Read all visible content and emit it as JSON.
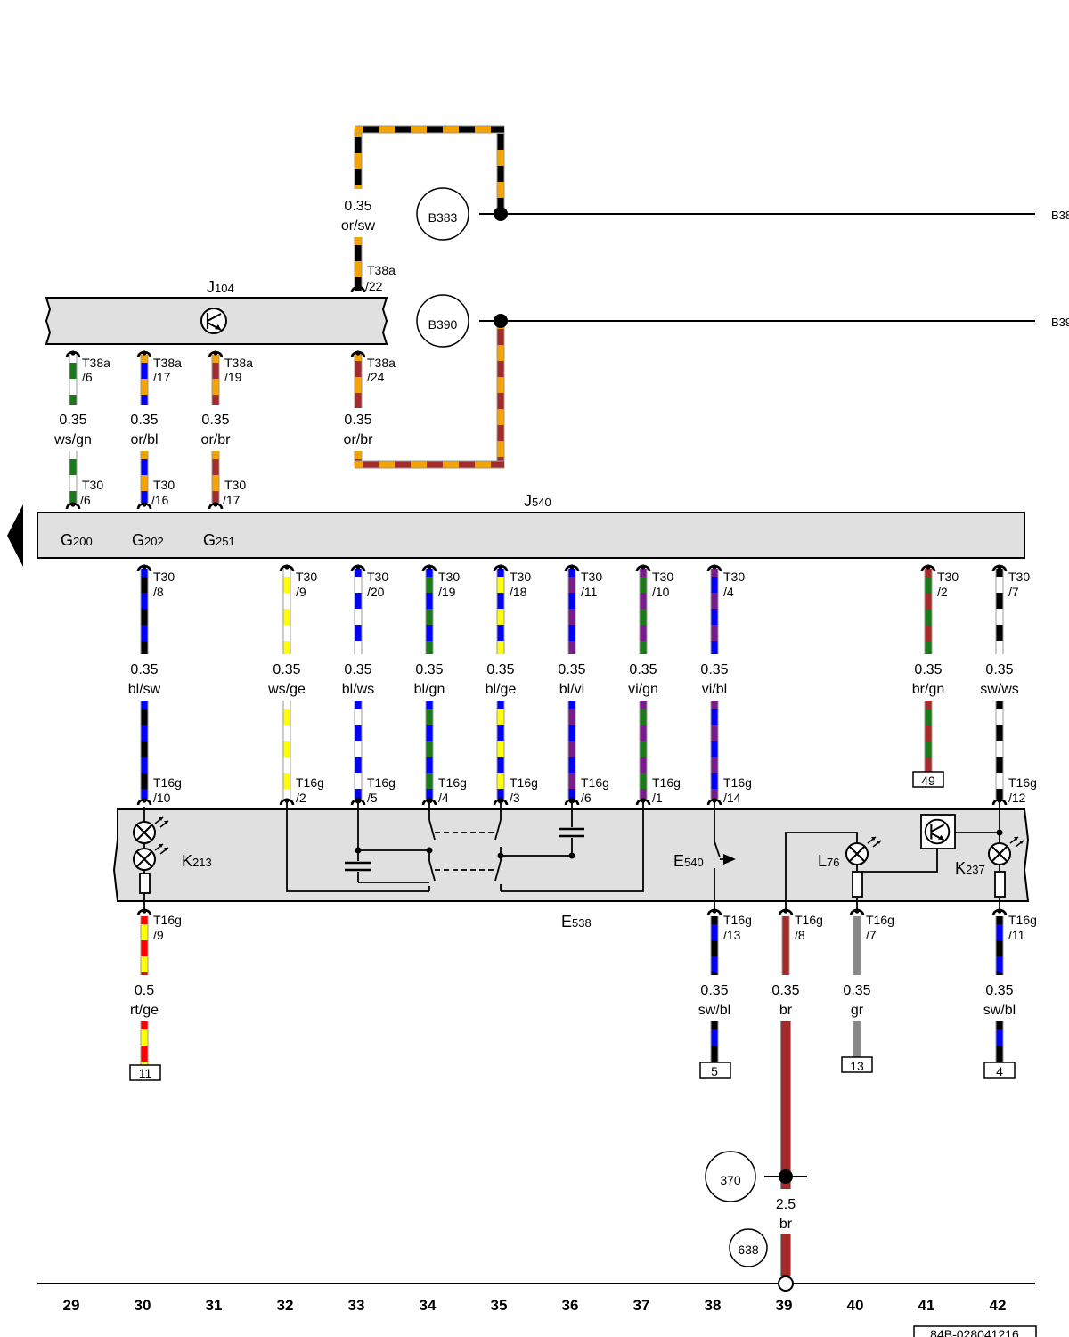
{
  "colors": {
    "ws": "#ffffff",
    "gn": "#1a7a1a",
    "bl": "#0000ff",
    "sw": "#000000",
    "or": "#f5a300",
    "br": "#a52a2a",
    "ge": "#ffff00",
    "vi": "#7b1a8a",
    "rt": "#ff0000",
    "gr": "#888888",
    "housing": "#e0e0e0"
  },
  "grid_numbers": [
    "29",
    "30",
    "31",
    "32",
    "33",
    "34",
    "35",
    "36",
    "37",
    "38",
    "39",
    "40",
    "41",
    "42"
  ],
  "components": {
    "j104": {
      "letter": "J",
      "sub": "104"
    },
    "j540": {
      "letter": "J",
      "sub": "540"
    },
    "g200": {
      "letter": "G",
      "sub": "200"
    },
    "g202": {
      "letter": "G",
      "sub": "202"
    },
    "g251": {
      "letter": "G",
      "sub": "251"
    },
    "k213": {
      "letter": "K",
      "sub": "213"
    },
    "e540": {
      "letter": "E",
      "sub": "540"
    },
    "l76": {
      "letter": "L",
      "sub": "76"
    },
    "k237": {
      "letter": "K",
      "sub": "237"
    },
    "e538": {
      "letter": "E",
      "sub": "538"
    }
  },
  "circles": {
    "b383": "B383",
    "b390": "B390",
    "c370": "370",
    "c638": "638",
    "b383_edge": "B38",
    "b390_edge": "B39"
  },
  "boxes": {
    "b11": "11",
    "b5": "5",
    "b13": "13",
    "b49": "49",
    "b4": "4"
  },
  "reference": "84B-028041216",
  "wires": {
    "or_sw": {
      "size": "0.35",
      "color": "or/sw"
    },
    "ws_gn": {
      "size": "0.35",
      "color": "ws/gn"
    },
    "or_bl": {
      "size": "0.35",
      "color": "or/bl"
    },
    "or_br": {
      "size": "0.35",
      "color": "or/br"
    },
    "or_br2": {
      "size": "0.35",
      "color": "or/br"
    },
    "bl_sw": {
      "size": "0.35",
      "color": "bl/sw"
    },
    "ws_ge": {
      "size": "0.35",
      "color": "ws/ge"
    },
    "bl_ws": {
      "size": "0.35",
      "color": "bl/ws"
    },
    "bl_gn": {
      "size": "0.35",
      "color": "bl/gn"
    },
    "bl_ge": {
      "size": "0.35",
      "color": "bl/ge"
    },
    "bl_vi": {
      "size": "0.35",
      "color": "bl/vi"
    },
    "vi_gn": {
      "size": "0.35",
      "color": "vi/gn"
    },
    "vi_bl": {
      "size": "0.35",
      "color": "vi/bl"
    },
    "br_gn": {
      "size": "0.35",
      "color": "br/gn"
    },
    "sw_ws": {
      "size": "0.35",
      "color": "sw/ws"
    },
    "rt_ge": {
      "size": "0.5",
      "color": "rt/ge"
    },
    "sw_bl1": {
      "size": "0.35",
      "color": "sw/bl"
    },
    "br": {
      "size": "0.35",
      "color": "br"
    },
    "gr": {
      "size": "0.35",
      "color": "gr"
    },
    "sw_bl2": {
      "size": "0.35",
      "color": "sw/bl"
    },
    "br_big": {
      "size": "2.5",
      "color": "br"
    }
  },
  "connectors": {
    "c_j104_22": {
      "name": "T38a",
      "pin": "/22"
    },
    "c_j104_6": {
      "name": "T38a",
      "pin": "/6"
    },
    "c_j104_17": {
      "name": "T38a",
      "pin": "/17"
    },
    "c_j104_19": {
      "name": "T38a",
      "pin": "/19"
    },
    "c_j104_24": {
      "name": "T38a",
      "pin": "/24"
    },
    "c_t30_6": {
      "name": "T30",
      "pin": "/6"
    },
    "c_t30_16": {
      "name": "T30",
      "pin": "/16"
    },
    "c_t30_17": {
      "name": "T30",
      "pin": "/17"
    },
    "c_t30_8": {
      "name": "T30",
      "pin": "/8"
    },
    "c_t30_9": {
      "name": "T30",
      "pin": "/9"
    },
    "c_t30_20": {
      "name": "T30",
      "pin": "/20"
    },
    "c_t30_19": {
      "name": "T30",
      "pin": "/19"
    },
    "c_t30_18": {
      "name": "T30",
      "pin": "/18"
    },
    "c_t30_11": {
      "name": "T30",
      "pin": "/11"
    },
    "c_t30_10": {
      "name": "T30",
      "pin": "/10"
    },
    "c_t30_4": {
      "name": "T30",
      "pin": "/4"
    },
    "c_t30_2": {
      "name": "T30",
      "pin": "/2"
    },
    "c_t30_7": {
      "name": "T30",
      "pin": "/7"
    },
    "c_t16_10": {
      "name": "T16g",
      "pin": "/10"
    },
    "c_t16_2": {
      "name": "T16g",
      "pin": "/2"
    },
    "c_t16_5": {
      "name": "T16g",
      "pin": "/5"
    },
    "c_t16_4": {
      "name": "T16g",
      "pin": "/4"
    },
    "c_t16_3": {
      "name": "T16g",
      "pin": "/3"
    },
    "c_t16_6": {
      "name": "T16g",
      "pin": "/6"
    },
    "c_t16_1": {
      "name": "T16g",
      "pin": "/1"
    },
    "c_t16_14": {
      "name": "T16g",
      "pin": "/14"
    },
    "c_t16_12": {
      "name": "T16g",
      "pin": "/12"
    },
    "c_t16_9": {
      "name": "T16g",
      "pin": "/9"
    },
    "c_t16_13": {
      "name": "T16g",
      "pin": "/13"
    },
    "c_t16_8": {
      "name": "T16g",
      "pin": "/8"
    },
    "c_t16_7": {
      "name": "T16g",
      "pin": "/7"
    },
    "c_t16_11": {
      "name": "T16g",
      "pin": "/11"
    }
  }
}
